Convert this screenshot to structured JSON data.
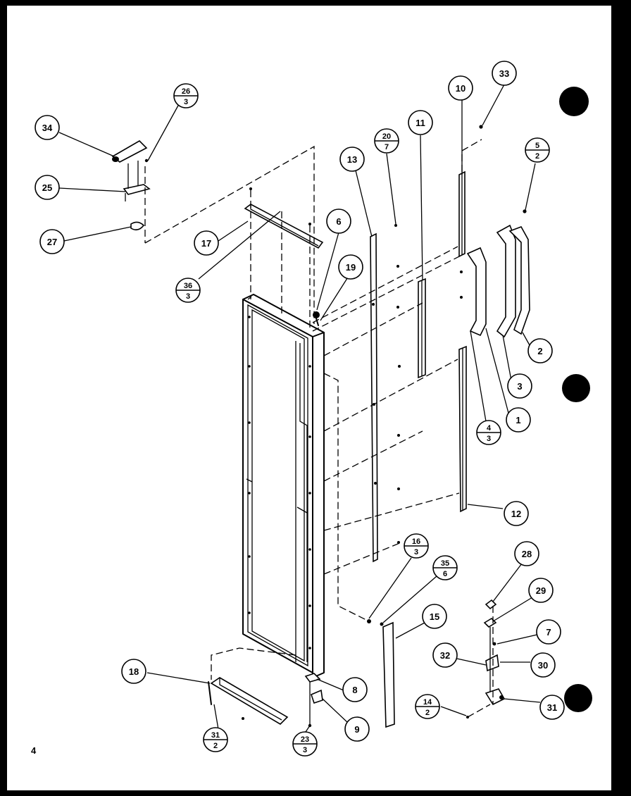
{
  "page_number": "4",
  "callouts": [
    {
      "id": "c34",
      "label": "34"
    },
    {
      "id": "c26",
      "num": "26",
      "den": "3"
    },
    {
      "id": "c25",
      "label": "25"
    },
    {
      "id": "c27",
      "label": "27"
    },
    {
      "id": "c17",
      "label": "17"
    },
    {
      "id": "c36",
      "num": "36",
      "den": "3"
    },
    {
      "id": "c6",
      "label": "6"
    },
    {
      "id": "c19",
      "label": "19"
    },
    {
      "id": "c13",
      "label": "13"
    },
    {
      "id": "c20",
      "num": "20",
      "den": "7"
    },
    {
      "id": "c11",
      "label": "11"
    },
    {
      "id": "c10",
      "label": "10"
    },
    {
      "id": "c33",
      "label": "33"
    },
    {
      "id": "c5",
      "num": "5",
      "den": "2"
    },
    {
      "id": "c2",
      "label": "2"
    },
    {
      "id": "c3",
      "label": "3"
    },
    {
      "id": "c1",
      "label": "1"
    },
    {
      "id": "c4",
      "num": "4",
      "den": "3"
    },
    {
      "id": "c12",
      "label": "12"
    },
    {
      "id": "c16",
      "num": "16",
      "den": "3"
    },
    {
      "id": "c35",
      "num": "35",
      "den": "6"
    },
    {
      "id": "c28",
      "label": "28"
    },
    {
      "id": "c29",
      "label": "29"
    },
    {
      "id": "c15",
      "label": "15"
    },
    {
      "id": "c7",
      "label": "7"
    },
    {
      "id": "c32",
      "label": "32"
    },
    {
      "id": "c30",
      "label": "30"
    },
    {
      "id": "c14",
      "num": "14",
      "den": "2"
    },
    {
      "id": "c31b",
      "label": "31"
    },
    {
      "id": "c18",
      "label": "18"
    },
    {
      "id": "c8",
      "label": "8"
    },
    {
      "id": "c9",
      "label": "9"
    },
    {
      "id": "c31a",
      "num": "31",
      "den": "2"
    },
    {
      "id": "c23",
      "num": "23",
      "den": "3"
    }
  ]
}
